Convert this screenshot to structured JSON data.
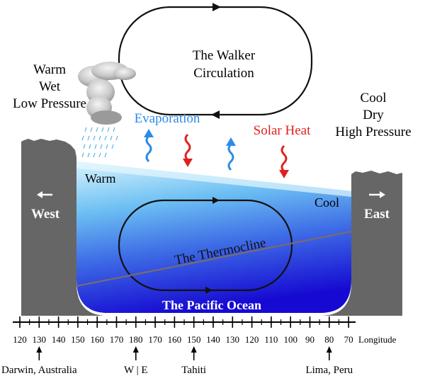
{
  "walker": {
    "line1": "The Walker",
    "line2": "Circulation"
  },
  "west_conditions": [
    "Warm",
    "Wet",
    "Low Pressure"
  ],
  "east_conditions": [
    "Cool",
    "Dry",
    "High Pressure"
  ],
  "evaporation_label": "Evaporation",
  "solar_heat_label": "Solar Heat",
  "warm_label": "Warm",
  "cool_label": "Cool",
  "west_label": "West",
  "east_label": "East",
  "thermocline_label": "The Thermocline",
  "ocean_label": "The Pacific Ocean",
  "longitude_axis": {
    "label": "Longitude",
    "ticks": [
      "120",
      "130",
      "140",
      "150",
      "160",
      "170",
      "180",
      "170",
      "160",
      "150",
      "140",
      "130",
      "120",
      "110",
      "100",
      "90",
      "80",
      "70"
    ]
  },
  "places": [
    {
      "name": "Darwin, Australia",
      "tick_index": 1
    },
    {
      "name": "W | E",
      "tick_index": 6
    },
    {
      "name": "Tahiti",
      "tick_index": 9
    },
    {
      "name": "Lima, Peru",
      "tick_index": 16
    }
  ],
  "colors": {
    "land": "#666666",
    "evaporation": "#2b8ce6",
    "solar_heat": "#e02020",
    "ocean_surface": "#cfeefc",
    "ocean_deep": "#1a10d6",
    "thermocline": "#7a6a70"
  }
}
